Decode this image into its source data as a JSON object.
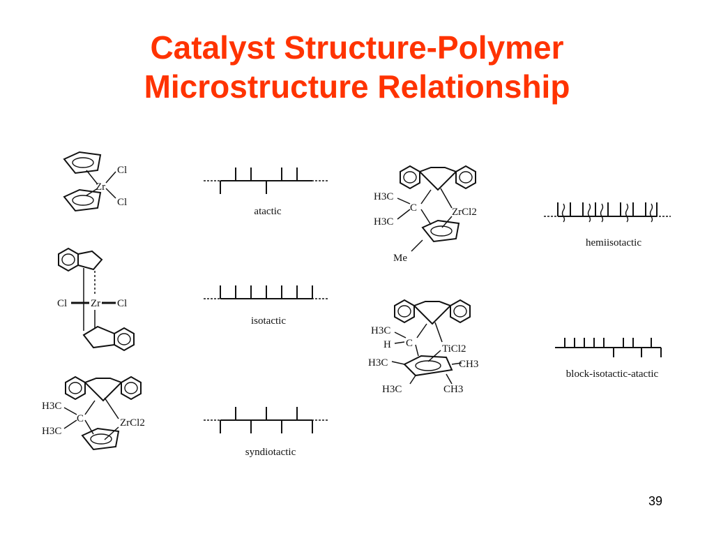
{
  "slide": {
    "title_line1": "Catalyst Structure-Polymer",
    "title_line2": "Microstructure Relationship",
    "page_number": "39",
    "title_color": "#ff3300"
  },
  "catalysts": {
    "zr_bis_cp": {
      "metal": "Zr",
      "ligand_1": "Cl",
      "ligand_2": "Cl"
    },
    "zr_bis_indenyl": {
      "metal": "Zr",
      "left_ligand": "Cl",
      "right_ligand": "Cl"
    },
    "zr_fluorenyl_cp": {
      "me_1": "H3C",
      "me_2": "H3C",
      "bridge": "C",
      "metal_group": "ZrCl2"
    },
    "zr_fluorenyl_mecp": {
      "me_1": "H3C",
      "me_2": "H3C",
      "bridge": "C",
      "metal_group": "ZrCl2",
      "substituent": "Me"
    },
    "ti_fluorenyl_cpme4": {
      "bridge_me": "H3C",
      "bridge_h": "H",
      "bridge": "C",
      "metal_group": "TiCl2",
      "ring_me_1": "H3C",
      "ring_me_2": "CH3",
      "ring_me_3": "H3C",
      "ring_me_4": "CH3"
    }
  },
  "tacticity": {
    "atactic": "atactic",
    "isotactic": "isotactic",
    "syndiotactic": "syndiotactic",
    "hemiisotactic": "hemiisotactic",
    "block_isotactic_atactic": "block-isotactic-atactic"
  }
}
